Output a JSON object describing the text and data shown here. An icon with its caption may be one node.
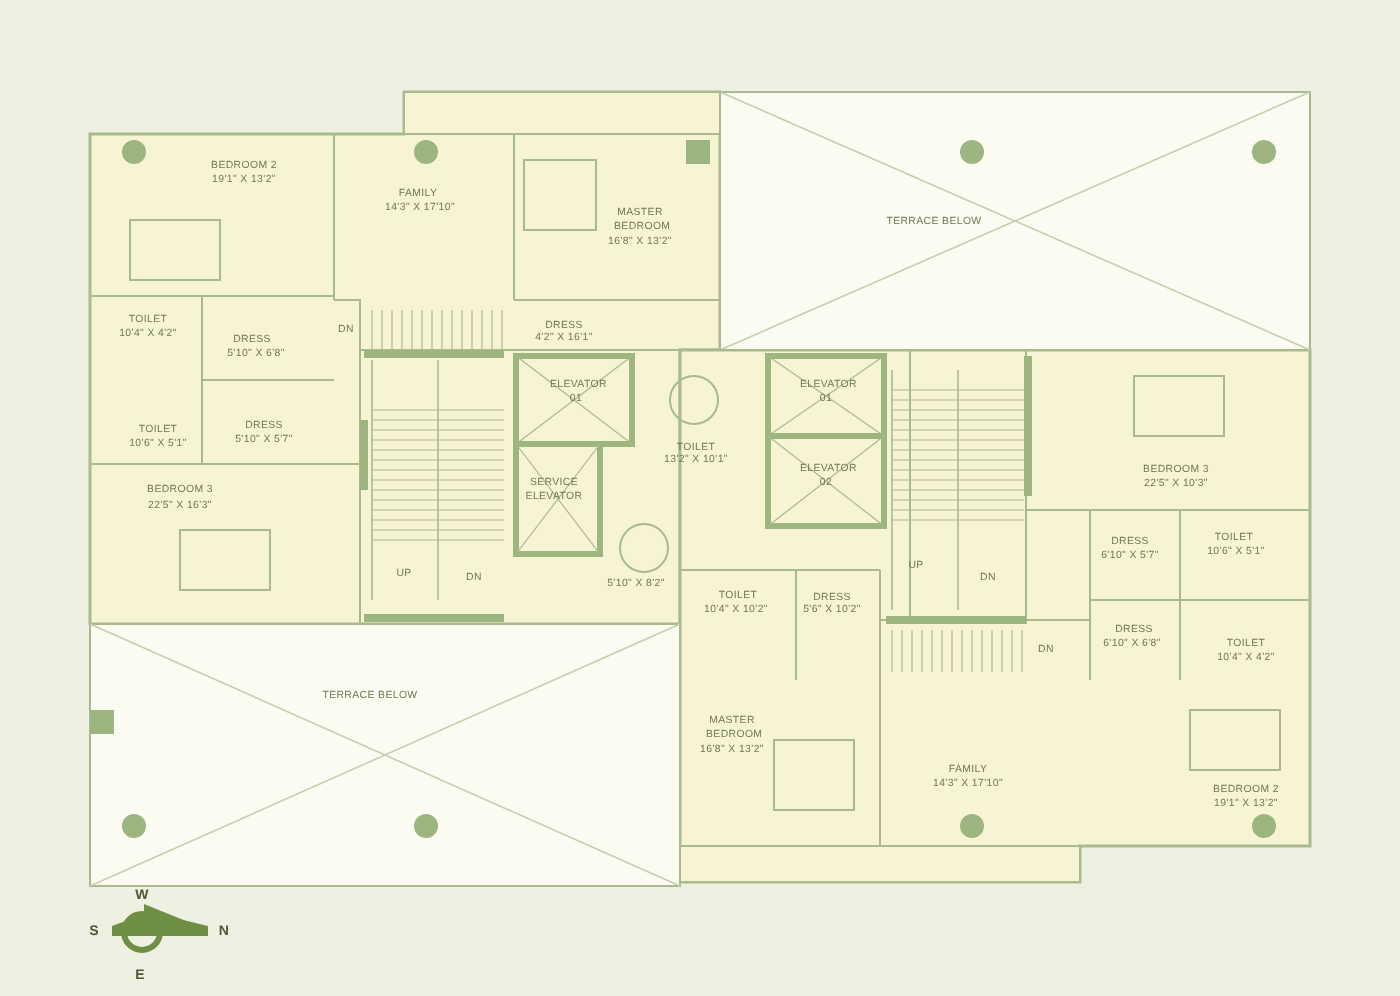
{
  "diagram": {
    "labels": [
      "BEDROOM 2",
      "19'1\" X 13'2\"",
      "FAMILY",
      "14'3\" X 17'10\"",
      "MASTER BEDROOM",
      "16'8\" X 13'2\"",
      "TERRACE BELOW",
      "TOILET",
      "10'4\" X 4'2\"",
      "DRESS",
      "5'10\" X 6'8\"",
      "DN",
      "DRESS",
      "4'2\" X 16'1\"",
      "TOILET",
      "10'6\" X 5'1\"",
      "DRESS",
      "5'10\" X 5'7\"",
      "ELEVATOR 01",
      "SERVICE ELEVATOR",
      "TOILET",
      "13'2\" X 10'1\"",
      "ELEVATOR 01",
      "ELEVATOR 02",
      "BEDROOM 3",
      "22'5\" X 10'3\"",
      "BEDROOM 3",
      "22'5\" X 16'3\"",
      "DRESS",
      "6'10\" X 5'7\"",
      "TOILET",
      "10'6\" X 5'1\"",
      "UP",
      "DN",
      "5'10\" X 8'2\"",
      "TOILET",
      "10'4\" X 10'2\"",
      "DRESS",
      "5'6\" X 10'2\"",
      "UP",
      "DN",
      "DN",
      "DRESS",
      "6'10\" X 6'8\"",
      "TOILET",
      "10'4\" X 4'2\"",
      "MASTER BEDROOM",
      "16'8\" X 13'2\"",
      "FAMILY",
      "14'3\" X 17'10\"",
      "BEDROOM 2",
      "19'1\" X 13'2\"",
      "TERRACE BELOW",
      "W",
      "S",
      "N",
      "E"
    ]
  }
}
